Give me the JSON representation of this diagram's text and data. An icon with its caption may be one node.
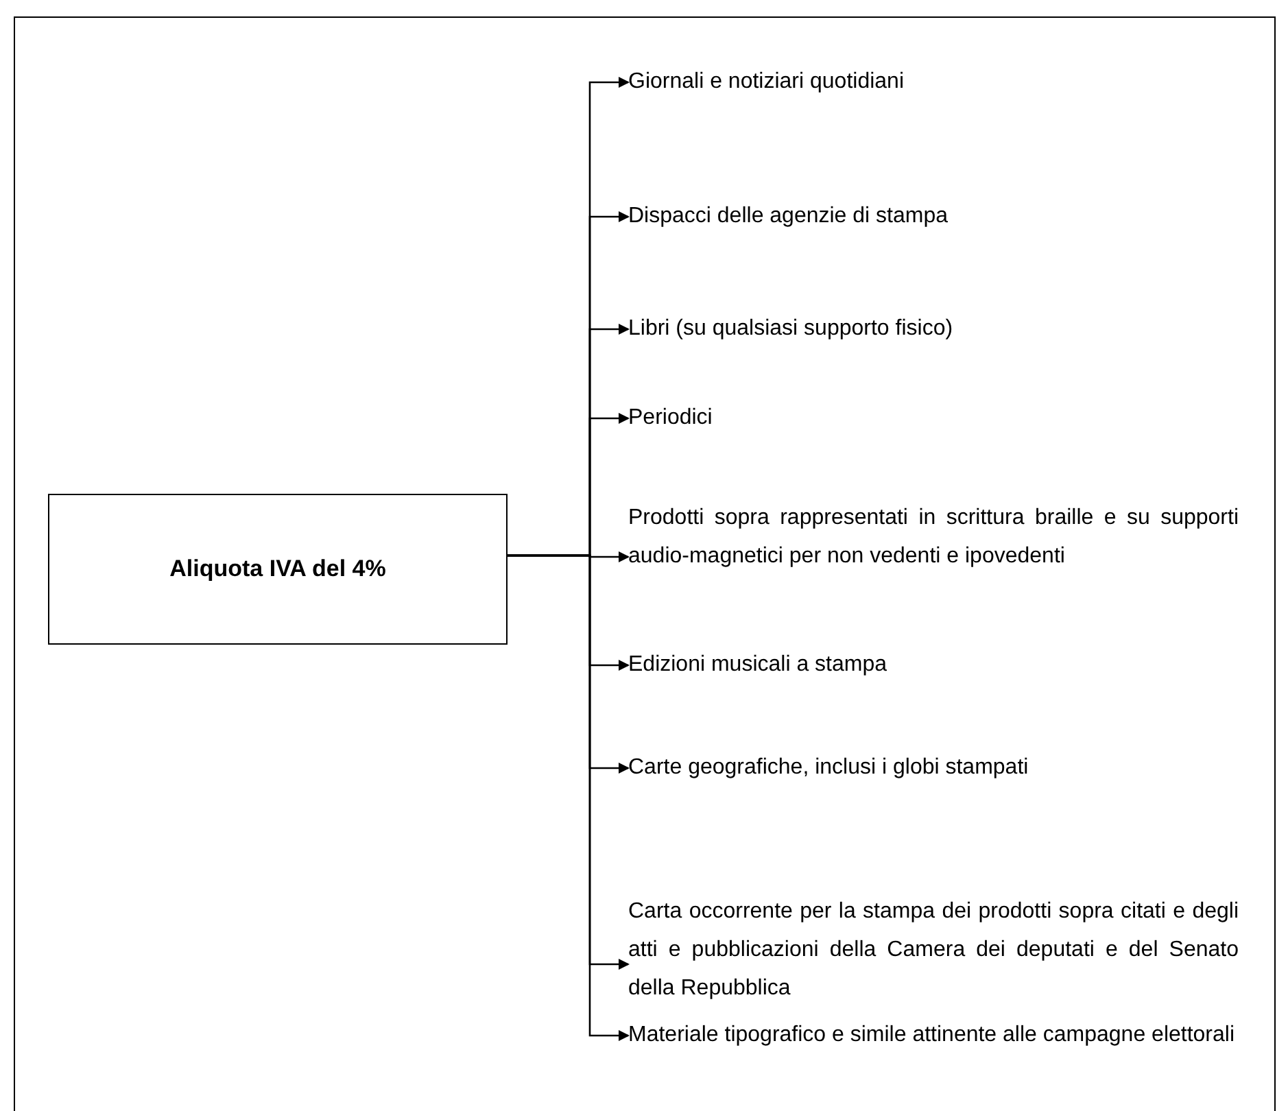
{
  "diagram": {
    "nodes": [
      {
        "text": [
          "Aliquota IVA del 4%"
        ]
      },
      {
        "text": [
          "Giornali e notiziari quotidiani"
        ]
      },
      {
        "text": [
          "Dispacci delle agenzie di stampa"
        ]
      },
      {
        "text": [
          "Libri (su qualsiasi supporto fisico)"
        ]
      },
      {
        "text": [
          "Periodici"
        ]
      },
      {
        "text": [
          "Prodotti sopra rappresentati in scrittura braille e su supporti audio-magnetici per non vedenti e ipovedenti"
        ]
      },
      {
        "text": [
          "Edizioni musicali a stampa"
        ]
      },
      {
        "text": [
          "Carte geografiche, inclusi i globi stampati"
        ]
      },
      {
        "text": [
          "Carta occorrente per la stampa dei prodotti sopra citati e degli atti e pubblicazioni della Camera dei deputati e del Senato della Repubblica"
        ]
      },
      {
        "text": [
          "Materiale tipografico e simile attinente alle campagne elettorali"
        ]
      }
    ],
    "edges": [
      {
        "from": 0,
        "to": 1,
        "arrow": "to"
      },
      {
        "from": 0,
        "to": 2,
        "arrow": "to"
      },
      {
        "from": 0,
        "to": 3,
        "arrow": "to"
      },
      {
        "from": 0,
        "to": 4,
        "arrow": "to"
      },
      {
        "from": 0,
        "to": 5,
        "arrow": "to"
      },
      {
        "from": 0,
        "to": 6,
        "arrow": "to"
      },
      {
        "from": 0,
        "to": 7,
        "arrow": "to"
      },
      {
        "from": 0,
        "to": 8,
        "arrow": "to"
      },
      {
        "from": 0,
        "to": 9,
        "arrow": "to"
      }
    ]
  }
}
